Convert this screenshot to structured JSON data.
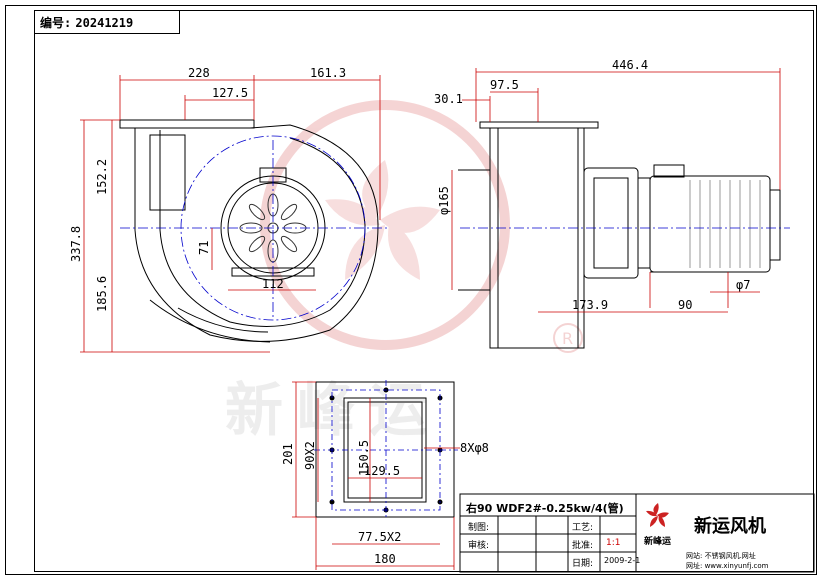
{
  "header": {
    "code_label": "编号:",
    "code_value": "20241219"
  },
  "dimensions": {
    "front": {
      "top_total": "228",
      "top_right": "161.3",
      "inner": "127.5",
      "left_total": "337.8",
      "left_upper": "152.2",
      "left_lower": "185.6",
      "hub_height": "71",
      "hub_width": "112"
    },
    "side": {
      "total": "446.4",
      "flange": "97.5",
      "offset": "30.1",
      "inlet_dia": "φ165",
      "shaft": "173.9",
      "motor_base": "90",
      "hole": "φ7"
    },
    "outlet": {
      "height": "201",
      "side_pitch": "90X2",
      "inner_height": "150.5",
      "inner_width": "129.5",
      "holes": "8Xφ8",
      "bottom_pitch": "77.5X2",
      "width": "180"
    }
  },
  "title_block": {
    "model": "右90 WDF2#-0.25kw/4(管)",
    "rows": [
      {
        "label": "制图:",
        "label2": "工艺:",
        "value2": ""
      },
      {
        "label": "审核:",
        "label2": "批准:",
        "value2": "1:1"
      },
      {
        "label": "",
        "label2": "日期:",
        "value2": "2009-2-1"
      }
    ],
    "company": "新运风机",
    "logo_text": "新峰运",
    "website_line1": "网站: 不锈钢风机.网址",
    "website_line2": "网址: www.xinyunfj.com"
  },
  "watermark": {
    "text": "新峰运",
    "registered": "R"
  },
  "colors": {
    "dim_line": "#cc0000",
    "center_line": "#0000cc",
    "outline": "#000000",
    "watermark": "#e8a0a0"
  }
}
